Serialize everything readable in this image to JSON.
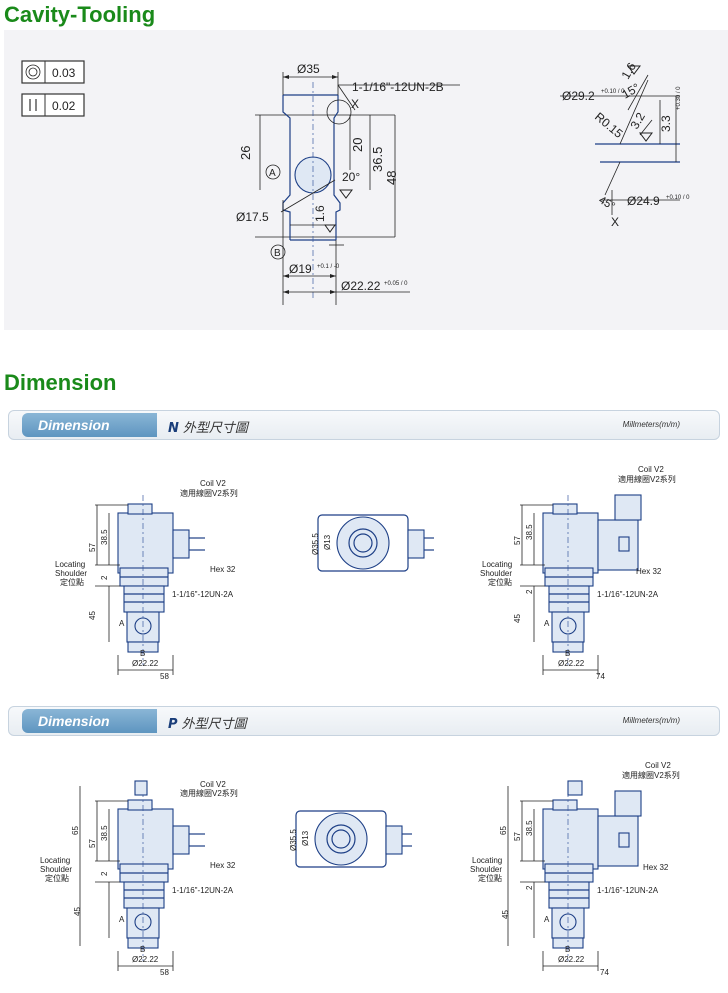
{
  "sections": {
    "cavity_title": "Cavity-Tooling",
    "dimension_title": "Dimension"
  },
  "cavity": {
    "tolerance_1": "0.03",
    "tolerance_2": "0.02",
    "d35": "Ø35",
    "thread": "1-1/16\"-12UN-2B",
    "x": "X",
    "d26": "26",
    "d20": "20",
    "d36_5": "36.5",
    "d48": "48",
    "angle20": "20°",
    "d17_5": "Ø17.5",
    "r1_6": "1.6",
    "d19": "Ø19",
    "d19_tol": "+0.1 / -0",
    "d22_22": "Ø22.22",
    "d22_tol": "+0.05 / 0",
    "label_a": "A",
    "label_b": "B",
    "d29_2": "Ø29.2",
    "d29_tol": "+0.10 / 0",
    "d1_6b": "1.6",
    "deg15": "15°",
    "r0_15": "R0.15",
    "d3_2": "3.2",
    "d3_3": "3.3",
    "d3_3_tol": "+0.30 / 0",
    "deg45": "45°",
    "d24_9": "Ø24.9",
    "d24_tol": "+0.10 / 0",
    "x2": "X"
  },
  "band_n": {
    "tab": "Dimension",
    "model": "N",
    "model_sub": "外型尺寸圖",
    "units": "Millmeters(m/m)"
  },
  "band_p": {
    "tab": "Dimension",
    "model": "P",
    "model_sub": "外型尺寸圖",
    "units": "Millmeters(m/m)"
  },
  "drawing_labels": {
    "coil": "Coil V2",
    "coil_cn": "適用線圈V2系列",
    "hex": "Hex 32",
    "thread": "1-1/16\"-12UN-2A",
    "shoulder_1": "Locating",
    "shoulder_2": "Shoulder",
    "shoulder_cn": "定位點",
    "d57": "57",
    "d38_5": "38.5",
    "d65": "65",
    "d2": "2",
    "d45": "45",
    "d22": "Ø22.22",
    "d58": "58",
    "d74": "74",
    "d35_5": "Ø35.5",
    "d13": "Ø13",
    "a": "A",
    "b": "B"
  }
}
